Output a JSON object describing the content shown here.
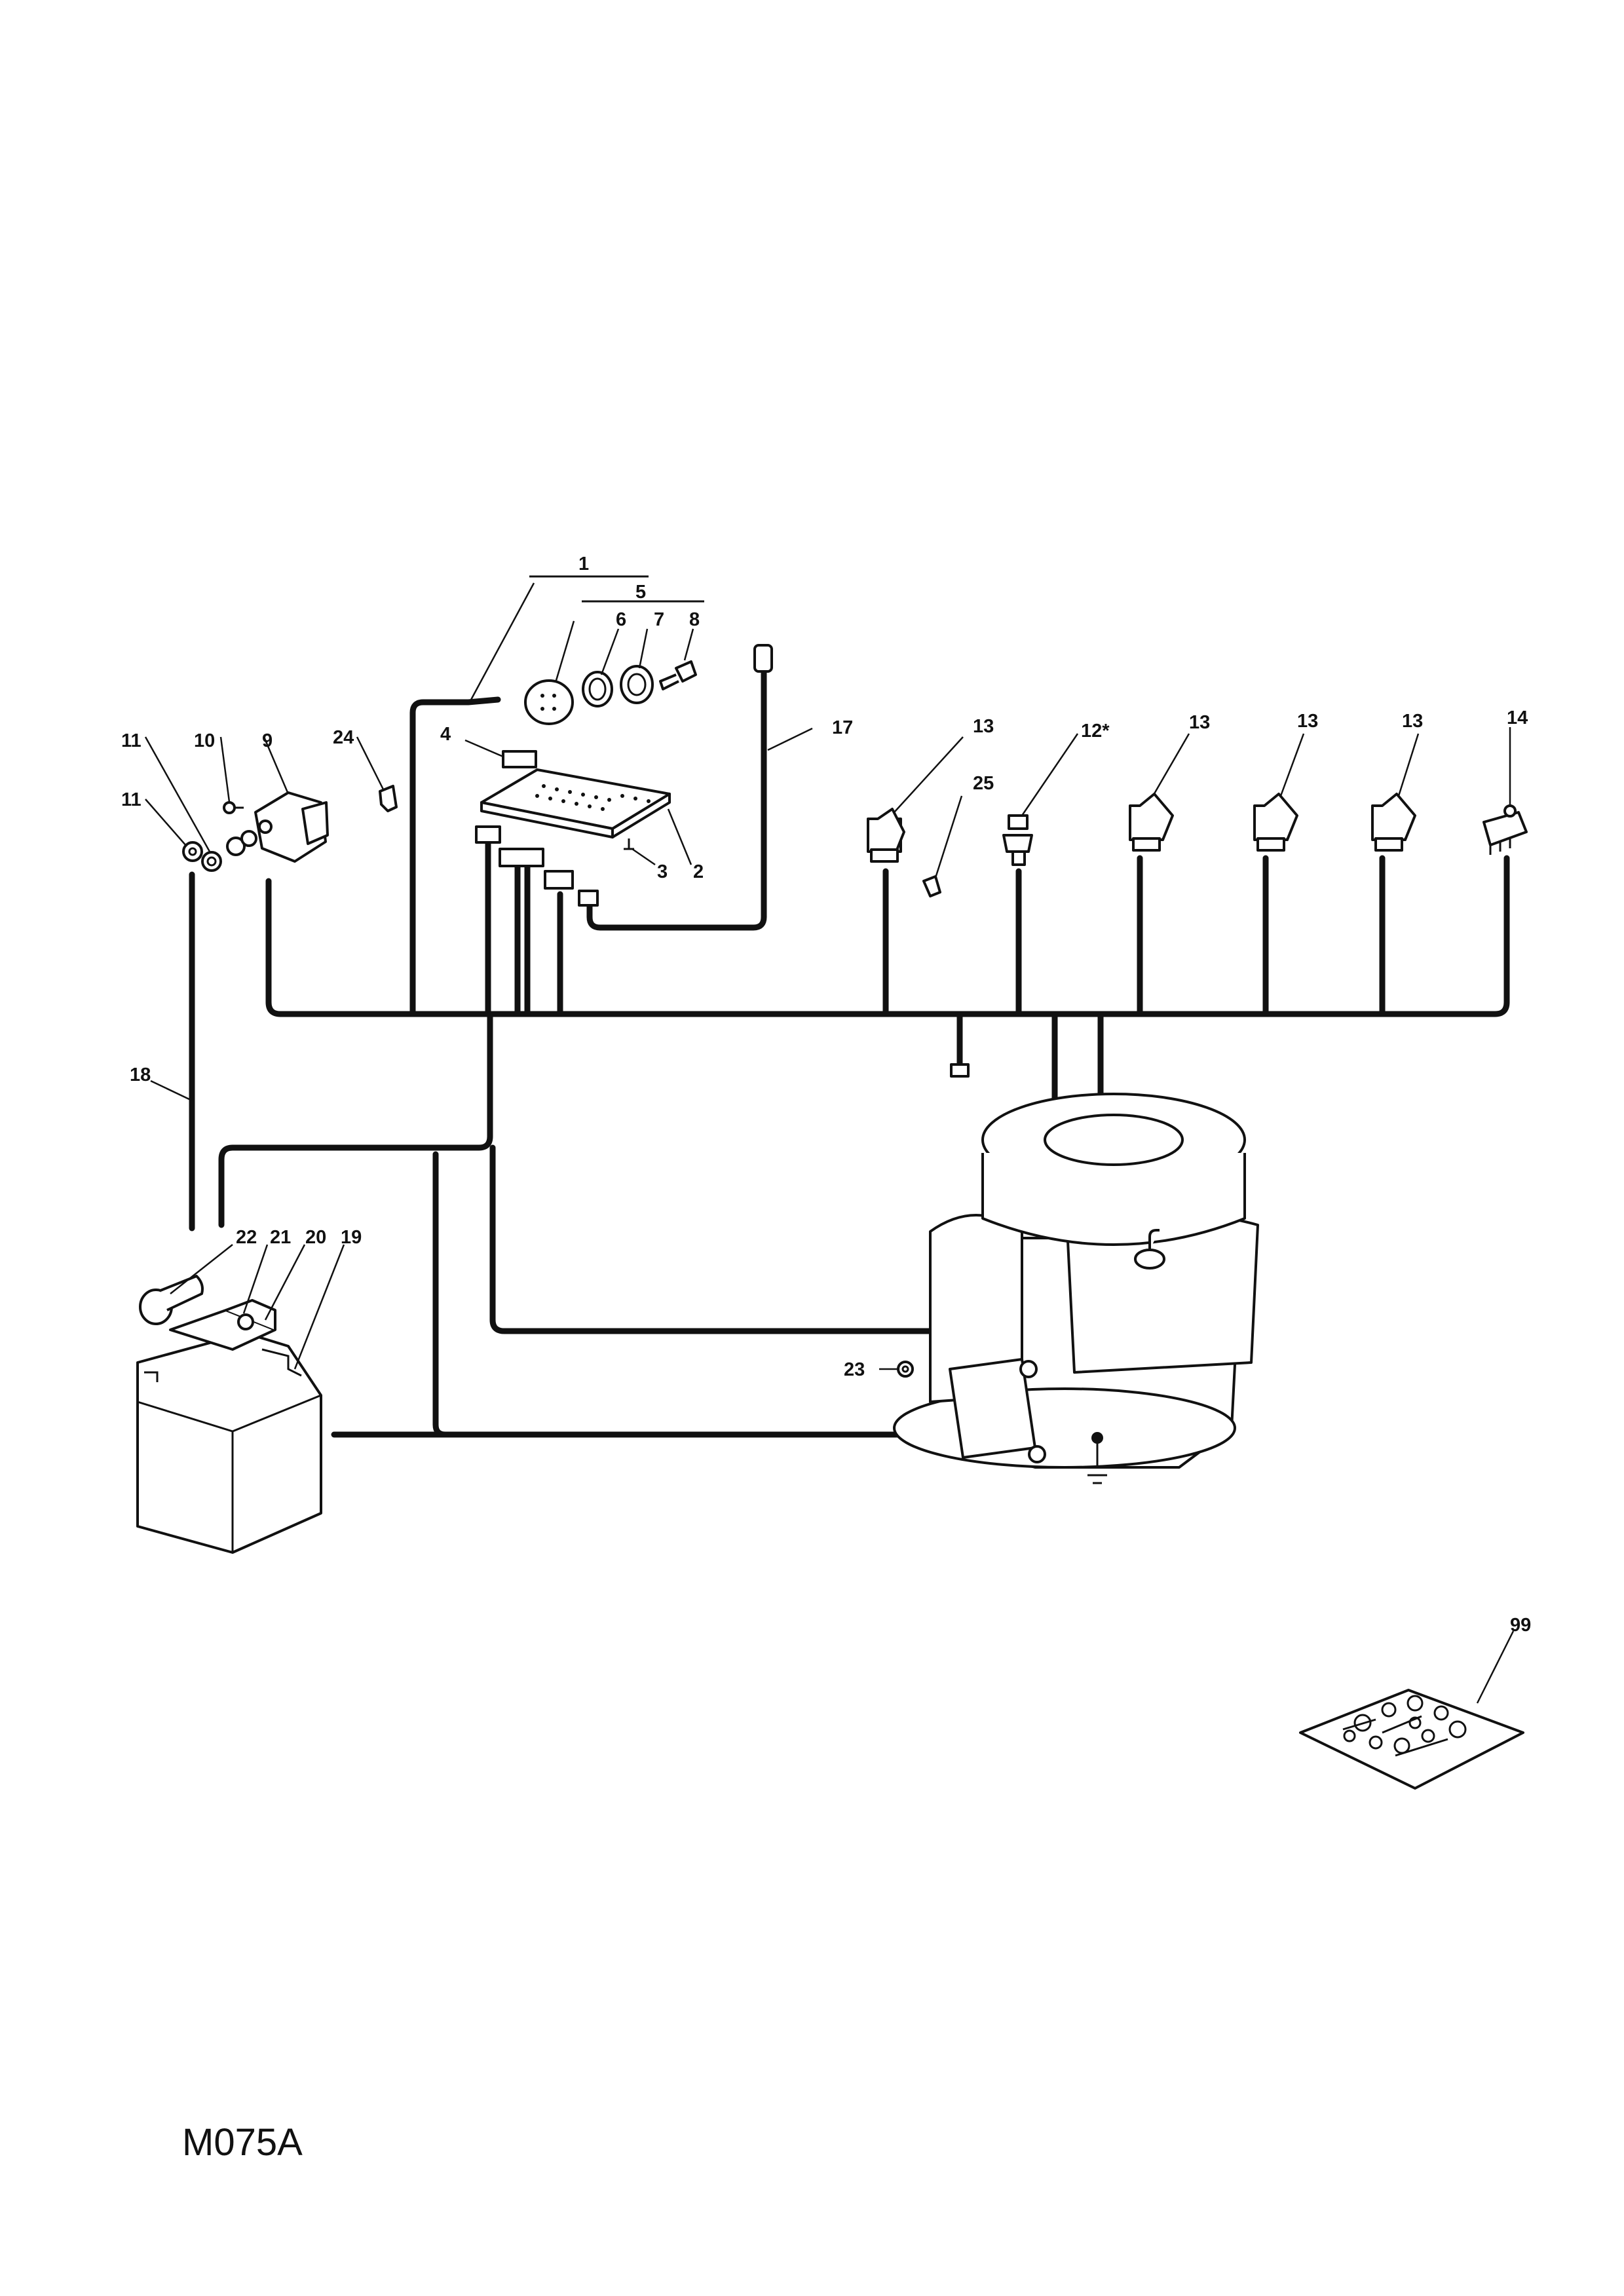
{
  "drawing_code": "M075A",
  "callouts": {
    "c1": "1",
    "c2": "2",
    "c3": "3",
    "c4": "4",
    "c5": "5",
    "c6": "6",
    "c7": "7",
    "c8": "8",
    "c9": "9",
    "c10": "10",
    "c11a": "11",
    "c11b": "11",
    "c12": "12*",
    "c13a": "13",
    "c13b": "13",
    "c13c": "13",
    "c13d": "13",
    "c14": "14",
    "c17": "17",
    "c18": "18",
    "c19": "19",
    "c20": "20",
    "c21": "21",
    "c22": "22",
    "c23": "23",
    "c24": "24",
    "c25": "25",
    "c99": "99"
  }
}
